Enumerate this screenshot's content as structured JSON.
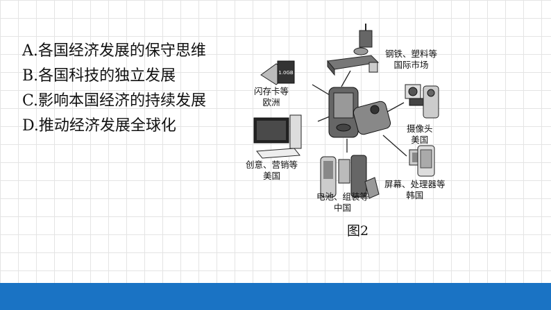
{
  "options": [
    "A.各国经济发展的保守思维",
    "B.各国科技的独立发展",
    "C.影响本国经济的持续发展",
    "D.推动经济发展全球化"
  ],
  "diagram": {
    "labels": {
      "steel": [
        "钢铁、塑料等",
        "国际市场"
      ],
      "flash": [
        "闪存卡等",
        "欧洲"
      ],
      "camera": [
        "摄像头",
        "美国"
      ],
      "creative": [
        "创意、营销等",
        "美国"
      ],
      "battery": [
        "电池、组装等",
        "中国"
      ],
      "screen": [
        "屏幕、处理器等",
        "韩国"
      ]
    },
    "memory_card_text": "1.0GB",
    "caption": "图2"
  },
  "colors": {
    "footer": "#1a73c4"
  }
}
